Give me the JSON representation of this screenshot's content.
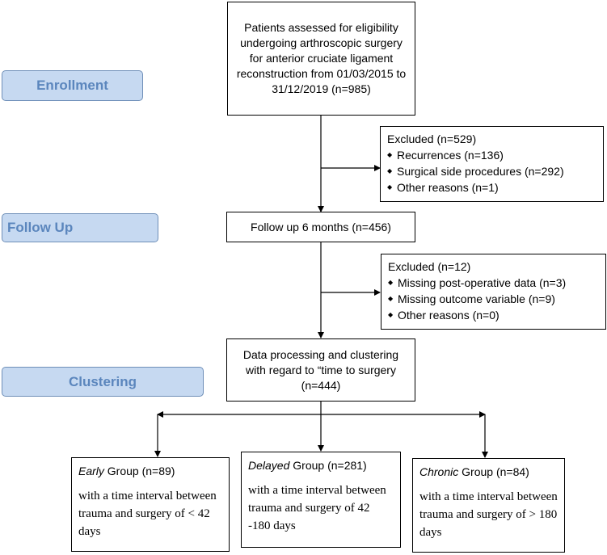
{
  "stages": {
    "enrollment": "Enrollment",
    "follow_up": "Follow Up",
    "clustering": "Clustering"
  },
  "boxes": {
    "assessed": "Patients assessed for eligibility undergoing arthroscopic surgery for anterior cruciate ligament reconstruction from 01/03/2015 to 31/12/2019 (n=985)",
    "followup": "Follow up 6 months (n=456)",
    "processing": "Data processing and clustering with regard to “time to surgery (n=444)"
  },
  "excluded_1": {
    "title": "Excluded (n=529)",
    "items": [
      "Recurrences (n=136)",
      "Surgical side procedures (n=292)",
      "Other reasons (n=1)"
    ]
  },
  "excluded_2": {
    "title": "Excluded (n=12)",
    "items": [
      "Missing post-operative data (n=3)",
      "Missing outcome variable (n=9)",
      "Other reasons (n=0)"
    ]
  },
  "groups": {
    "early": {
      "name": "Early",
      "suffix": " Group (n=89)",
      "desc": "with a time interval between trauma and surgery of < 42 days"
    },
    "delayed": {
      "name": "Delayed",
      "suffix": " Group (n=281)",
      "desc": "with a time interval between trauma and surgery of 42 -180 days"
    },
    "chronic": {
      "name": "Chronic",
      "suffix": " Group (n=84)",
      "desc": "with a time interval between trauma and surgery of > 180 days"
    }
  }
}
